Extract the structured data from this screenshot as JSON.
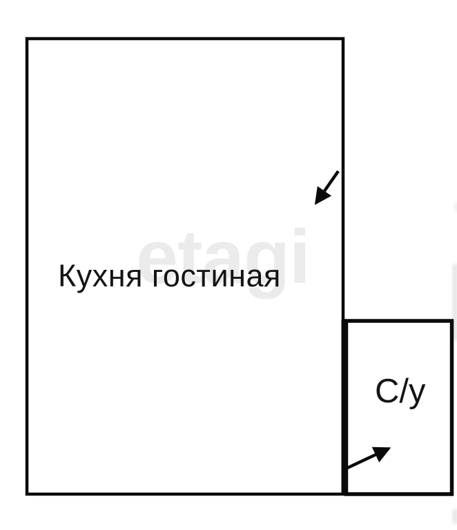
{
  "diagram_type": "floor-plan",
  "watermark": {
    "text": "etagi",
    "color": "#ebebeb"
  },
  "rooms": [
    {
      "id": "kitchen-living",
      "label": "Кухня гостиная"
    },
    {
      "id": "bathroom",
      "label": "С/у"
    }
  ],
  "arrows": [
    {
      "id": "entrance-arrow-kitchen",
      "direction": "down-left",
      "target_room": "Кухня гостиная"
    },
    {
      "id": "entrance-arrow-bathroom",
      "direction": "up-right",
      "target_room": "С/у"
    }
  ],
  "colors": {
    "wall": "#0a0a0a",
    "background": "#ffffff",
    "label": "#141414",
    "watermark": "#ebebeb"
  }
}
